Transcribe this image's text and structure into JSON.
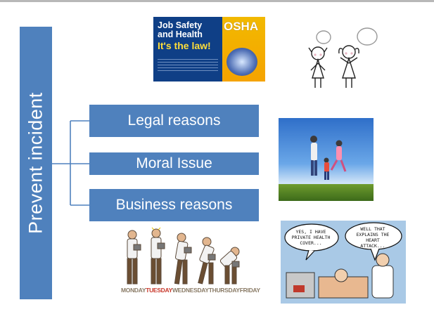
{
  "diagram": {
    "root_label": "Prevent incident",
    "branches": [
      {
        "label": "Legal reasons"
      },
      {
        "label": "Moral Issue"
      },
      {
        "label": "Business reasons"
      }
    ],
    "colors": {
      "box_fill": "#4f81bd",
      "box_text": "#ffffff",
      "connector": "#4f81bd"
    }
  },
  "osha_poster": {
    "title_line1": "Job Safety",
    "title_line2": "and Health",
    "tagline": "It's the law!",
    "brand": "OSHA"
  },
  "workers_strip": {
    "days": [
      "MONDAY",
      "TUESDAY",
      "WEDNESDAY",
      "THURSDAY",
      "FRIDAY"
    ]
  },
  "cartoon": {
    "bubble_1": "YES, I HAVE PRIVATE HEALTH COVER...",
    "bubble_2": "WELL THAT EXPLAINS THE HEART ATTACK..."
  }
}
